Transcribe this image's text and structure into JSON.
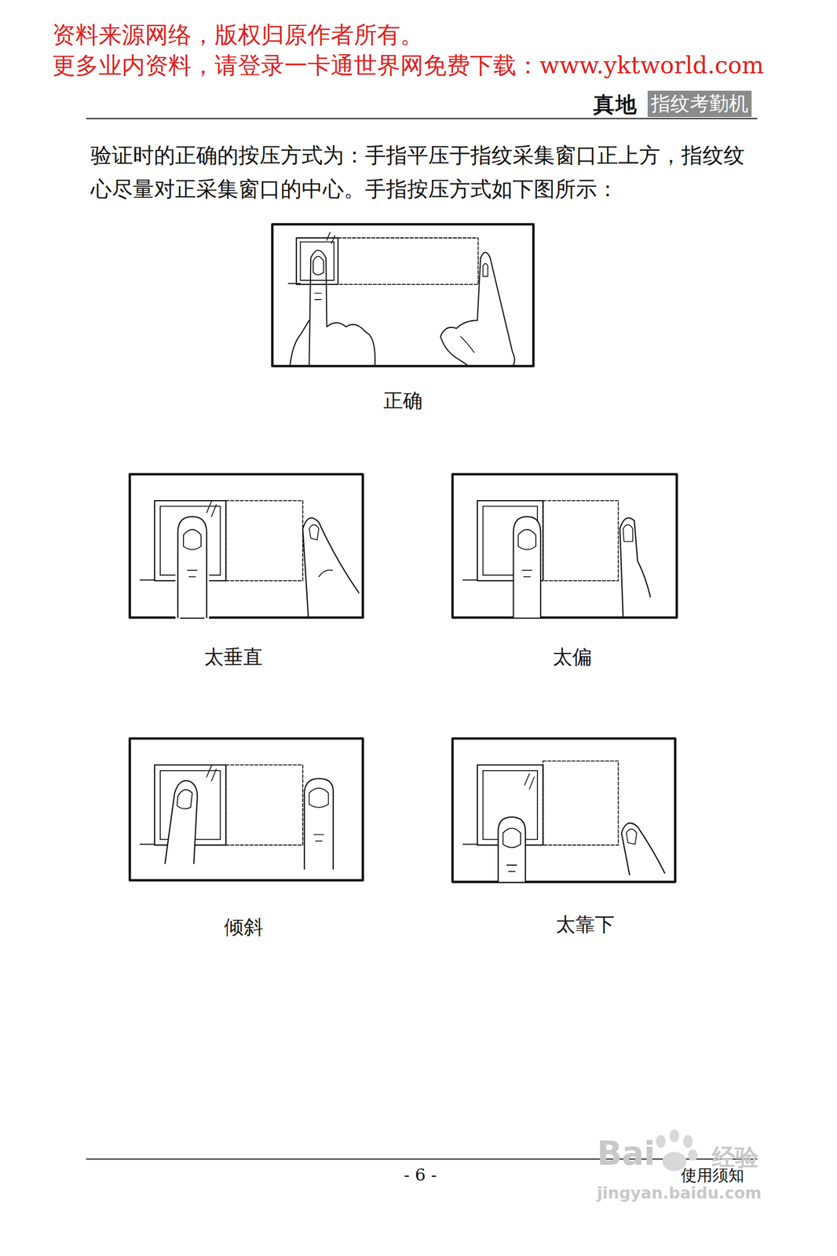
{
  "diagram": {
    "labels": [
      "资料来源网络，版权归原作者所有。",
      "更多业内资料，请登录一卡通世界网免费下载：www.yktworld.com",
      "真地",
      "指纹考勤机",
      "验证时的正确的按压方式为：手指平压于指纹采集窗口正上方，指纹纹心尽量对正采集窗口的中心。手指按压方式如下图所示：",
      "正确",
      "太垂直",
      "太偏",
      "倾斜",
      "太靠下",
      "- 6 -",
      "使用须知",
      "Bai",
      "经验",
      "jingyan.baidu.com"
    ]
  }
}
